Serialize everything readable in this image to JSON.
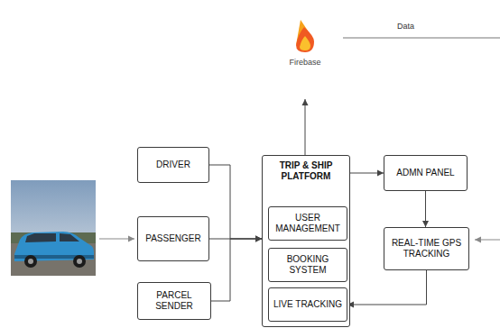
{
  "diagram": {
    "nodes": [
      {
        "text": [
          "Firebase"
        ]
      },
      {
        "text": [
          "DRIVER"
        ]
      },
      {
        "text": [
          "PASSENGER"
        ]
      },
      {
        "text": [
          "PARCEL SENDER"
        ]
      },
      {
        "text": [
          "TRIP & SHIP PLATFORM"
        ]
      },
      {
        "text": [
          "USER MANAGEMENT"
        ],
        "in": 4
      },
      {
        "text": [
          "BOOKING SYSTEM"
        ],
        "in": 4
      },
      {
        "text": [
          "LIVE TRACKING"
        ],
        "in": 4
      },
      {
        "text": [
          "ADMN PANEL"
        ]
      },
      {
        "text": [
          "REAL-TIME GPS TRACKING"
        ]
      }
    ],
    "edges": [
      {
        "from": 1,
        "to": 4,
        "arrow": "to"
      },
      {
        "from": 2,
        "to": 4,
        "arrow": "to"
      },
      {
        "from": 3,
        "to": 4,
        "arrow": "to"
      },
      {
        "from": 4,
        "to": 0,
        "arrow": "to"
      },
      {
        "from": 4,
        "to": 8,
        "arrow": "to"
      },
      {
        "from": 8,
        "to": 9,
        "arrow": "to"
      },
      {
        "from": 9,
        "to": 7,
        "arrow": "to"
      }
    ],
    "labels": [
      "Data"
    ]
  }
}
